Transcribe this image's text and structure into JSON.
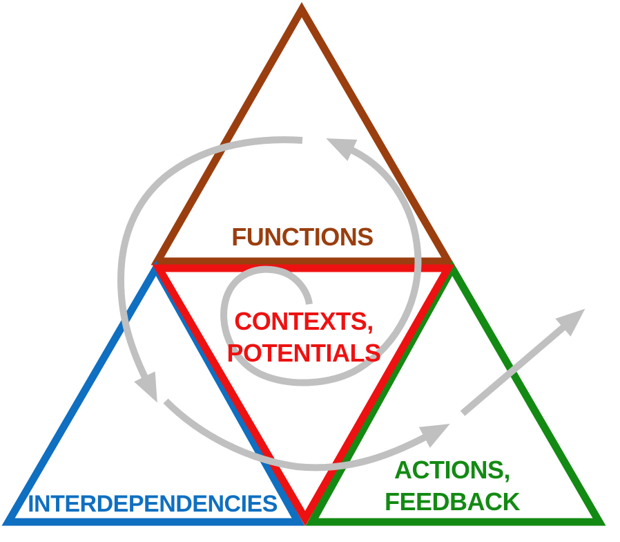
{
  "labels": {
    "functions": "FUNCTIONS",
    "contexts_line1": "CONTEXTS,",
    "contexts_line2": "POTENTIALS",
    "interdependencies": "INTERDEPENDENCIES",
    "actions_line1": "ACTIONS,",
    "actions_line2": "FEEDBACK"
  },
  "colors": {
    "functions": "#9a3e0f",
    "contexts": "#ee1111",
    "interdependencies": "#0f6fc1",
    "actions": "#138a13",
    "spiral": "#c0c0c0"
  }
}
